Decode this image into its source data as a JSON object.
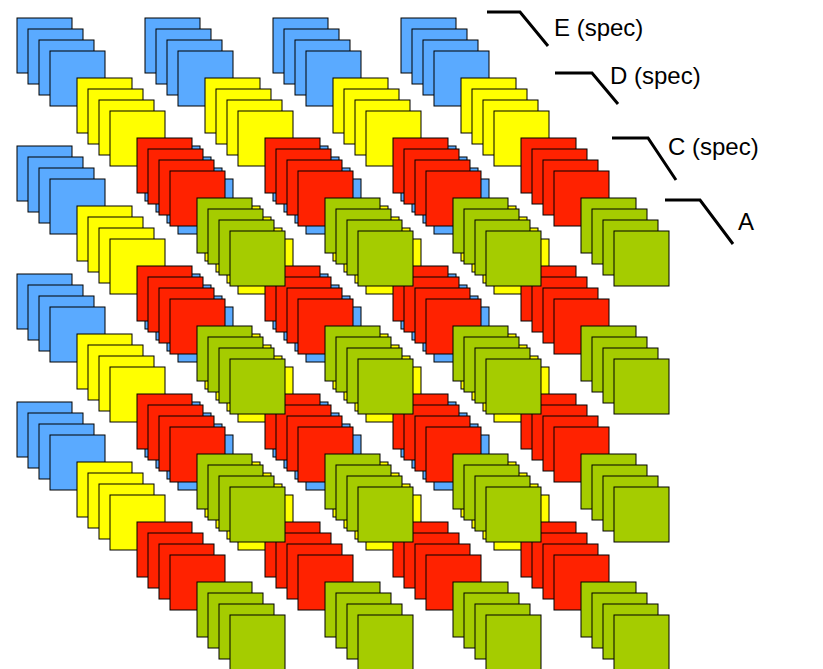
{
  "diagram": {
    "labels": [
      "E (spec)",
      "D (spec)",
      "C (spec)",
      "A"
    ]
  }
}
